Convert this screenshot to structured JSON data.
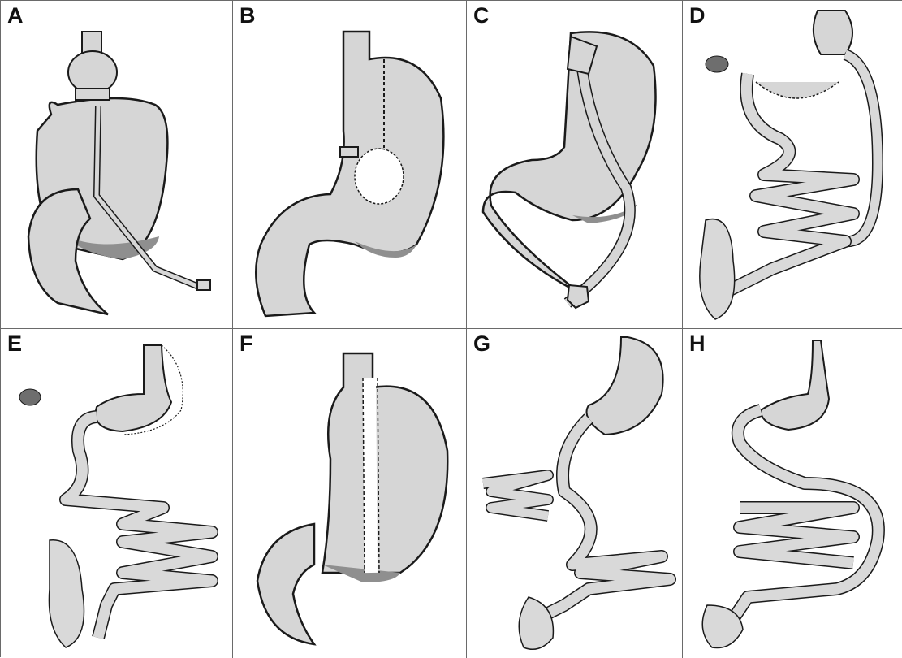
{
  "panels": [
    {
      "label": "A"
    },
    {
      "label": "B"
    },
    {
      "label": "C"
    },
    {
      "label": "D"
    },
    {
      "label": "E"
    },
    {
      "label": "F"
    },
    {
      "label": "G"
    },
    {
      "label": "H"
    }
  ],
  "colors": {
    "organ_fill": "#d6d6d6",
    "organ_shadow": "#8f8f8f",
    "outline": "#1a1a1a",
    "bowel_fill": "#d9d9d9",
    "gallbladder": "#6e6e6e",
    "border": "#6a6a6a"
  }
}
